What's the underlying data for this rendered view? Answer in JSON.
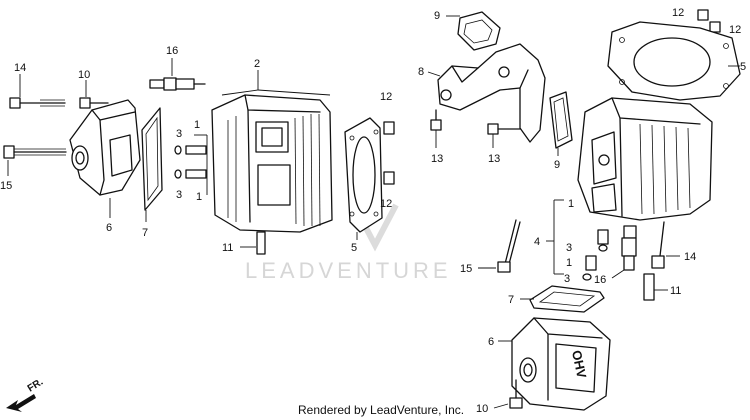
{
  "diagram": {
    "watermark": "LEADVENTURE",
    "credit": "Rendered by LeadVenture, Inc.",
    "direction_label": "FR.",
    "callouts": {
      "c1a": "1",
      "c1b": "1",
      "c1c": "1",
      "c1d": "1",
      "c2": "2",
      "c3a": "3",
      "c3b": "3",
      "c3c": "3",
      "c3d": "3",
      "c4": "4",
      "c5a": "5",
      "c5b": "5",
      "c6a": "6",
      "c6b": "6",
      "c7a": "7",
      "c7b": "7",
      "c8": "8",
      "c9a": "9",
      "c9b": "9",
      "c10a": "10",
      "c10b": "10",
      "c11a": "11",
      "c11b": "11",
      "c12a": "12",
      "c12b": "12",
      "c12c": "12",
      "c12d": "12",
      "c13a": "13",
      "c13b": "13",
      "c14a": "14",
      "c14b": "14",
      "c15a": "15",
      "c15b": "15",
      "c16a": "16",
      "c16b": "16"
    }
  }
}
